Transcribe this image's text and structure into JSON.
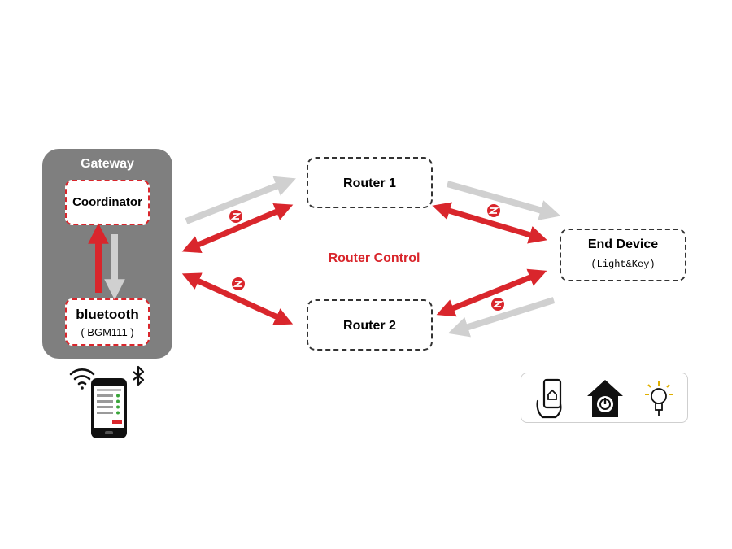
{
  "gateway": {
    "title": "Gateway",
    "coordinator_label": "Coordinator",
    "bluetooth_label": "bluetooth",
    "bluetooth_sub": "( BGM111 )"
  },
  "router1": {
    "label": "Router 1"
  },
  "router2": {
    "label": "Router 2"
  },
  "end_device": {
    "label": "End Device",
    "sub": "(Light&Key)"
  },
  "center_label": "Router Control",
  "colors": {
    "accent_red": "#d9262c",
    "gray_arrow": "#d0d0d0",
    "gateway_bg": "#7f7f7f"
  },
  "icons": [
    "wifi-icon",
    "bluetooth-icon",
    "phone-icon",
    "zigbee-icon",
    "phone-home-icon",
    "home-power-icon",
    "light-bulb-icon"
  ]
}
